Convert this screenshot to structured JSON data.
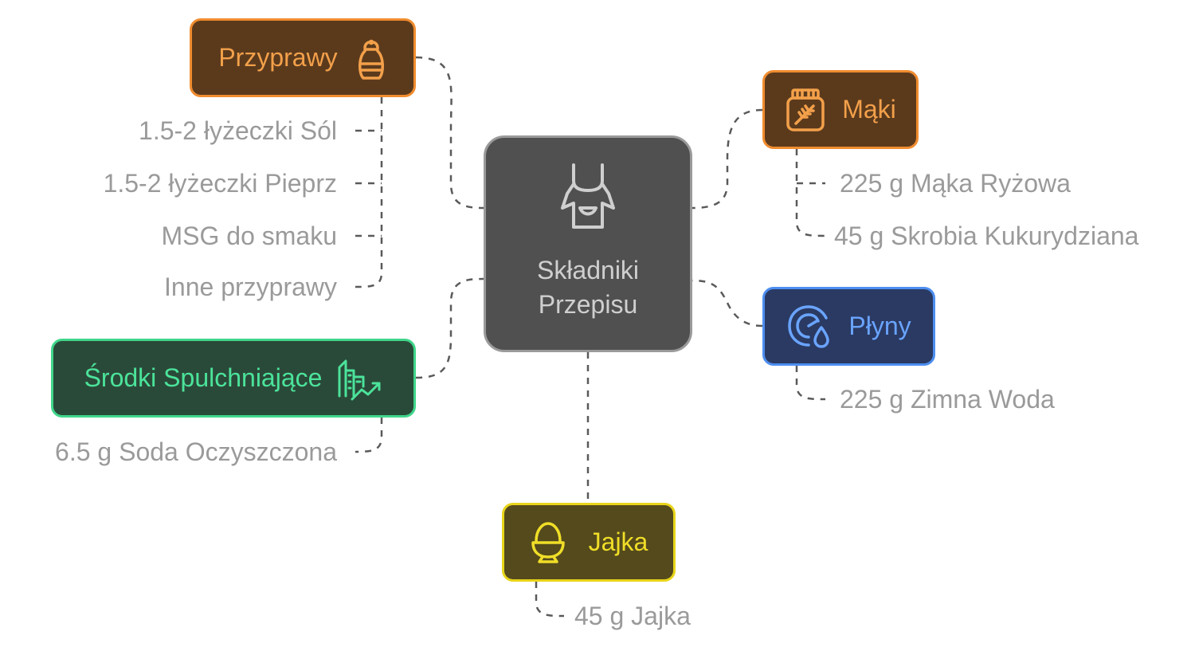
{
  "center": {
    "line1": "Składniki",
    "line2": "Przepisu",
    "icon": "apron-icon"
  },
  "colors": {
    "orange_fill": "#5b3a1c",
    "orange_stroke": "#f08c2f",
    "orange_text": "#f3a04a",
    "green_fill": "#2a4a39",
    "green_stroke": "#3fd68a",
    "green_text": "#4be39a",
    "blue_fill": "#2a3a63",
    "blue_stroke": "#4d8ef0",
    "blue_text": "#6aa4ff",
    "yellow_fill": "#544a1c",
    "yellow_stroke": "#e8d51a",
    "yellow_text": "#f0de28",
    "leaf_text": "#9a9a9a",
    "connector": "#5a5a5a"
  },
  "nodes": {
    "przyprawy": {
      "label": "Przyprawy",
      "icon": "salt-shaker-icon",
      "items": [
        "1.5-2 łyżeczki Sól",
        "1.5-2 łyżeczki Pieprz",
        "MSG do smaku",
        "Inne przyprawy"
      ]
    },
    "maki": {
      "label": "Mąki",
      "icon": "flour-jar-icon",
      "items": [
        "225 g Mąka Ryżowa",
        "45 g Skrobia Kukurydziana"
      ]
    },
    "plyny": {
      "label": "Płyny",
      "icon": "water-gauge-icon",
      "items": [
        "225 g Zimna Woda"
      ]
    },
    "srodki": {
      "label": "Środki Spulchniające",
      "icon": "rising-chart-icon",
      "items": [
        "6.5 g Soda Oczyszczona"
      ]
    },
    "jajka": {
      "label": "Jajka",
      "icon": "egg-cup-icon",
      "items": [
        "45 g Jajka"
      ]
    }
  }
}
